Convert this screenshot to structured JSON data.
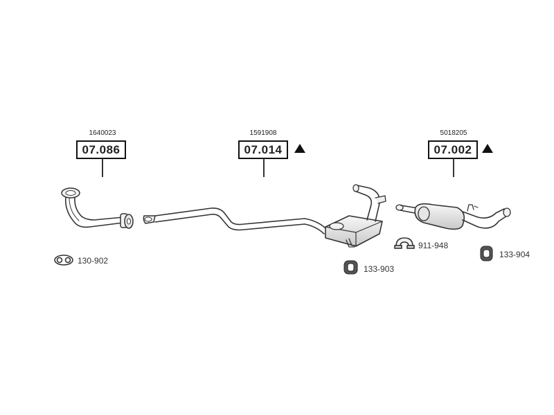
{
  "assemblies": [
    {
      "oe_number": "1640023",
      "part_number": "07.086",
      "warning": false
    },
    {
      "oe_number": "1591908",
      "part_number": "07.014",
      "warning": true
    },
    {
      "oe_number": "5018205",
      "part_number": "07.002",
      "warning": true
    }
  ],
  "accessories": [
    {
      "code": "130-902",
      "icon": "gasket-icon"
    },
    {
      "code": "133-903",
      "icon": "rubber-mount-icon"
    },
    {
      "code": "911-948",
      "icon": "clamp-icon"
    },
    {
      "code": "133-904",
      "icon": "rubber-mount-icon"
    }
  ],
  "colors": {
    "line": "#333333",
    "fill": "#f2f2f2",
    "shade": "#d8d8d8"
  }
}
